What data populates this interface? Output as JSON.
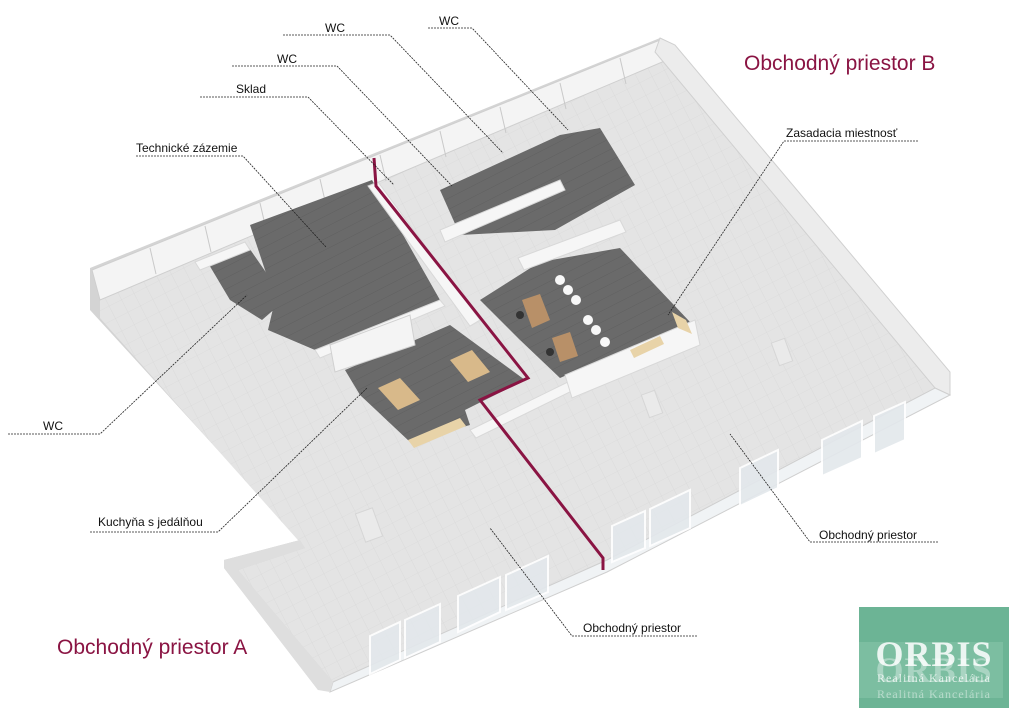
{
  "areas": {
    "a": "Obchodný priestor A",
    "b": "Obchodný priestor B"
  },
  "callouts": {
    "wc_top_right": "WC",
    "wc_top_mid": "WC",
    "wc_top_left": "WC",
    "sklad": "Sklad",
    "technicke": "Technické zázemie",
    "zasadacia": "Zasadacia miestnosť",
    "wc_left": "WC",
    "kuchyna": "Kuchyňa s jedálňou",
    "obchodny_right": "Obchodný priestor",
    "obchodny_bottom": "Obchodný priestor"
  },
  "logo": {
    "name": "ORBIS",
    "subtitle": "Realitná Kancelária"
  },
  "colors": {
    "accent": "#8a1443",
    "logo_bg": "#6cb495",
    "floor": "#e6e6e6",
    "carpet": "#6b6b6b",
    "wall": "#f2f2f2"
  }
}
